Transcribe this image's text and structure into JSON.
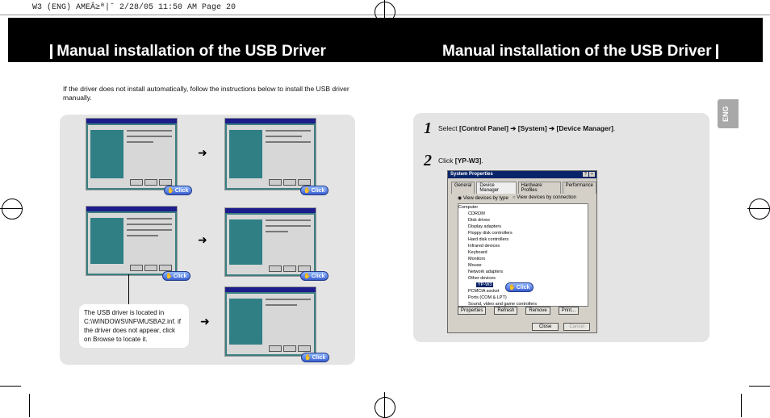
{
  "header_line": "W3 (ENG) AMEÂ≥ª|ˆ  2/28/05 11:50 AM  Page 20",
  "left_title": "Manual installation of the USB Driver",
  "right_title": "Manual installation of the USB Driver",
  "intro": "If the driver does not install automatically, follow the instructions below to install the USB driver manually.",
  "click_label": "Click",
  "callout": "The USB driver is located in C:\\WINDOWS\\INF\\MUSBA2.inf. if the driver does not appear, click on Browse to locate it.",
  "step1": {
    "num": "1",
    "pre": "Select ",
    "bold": "[Control Panel] ➔ [System] ➔ [Device Manager]",
    "post": "."
  },
  "step2": {
    "num": "2",
    "pre": "Click ",
    "bold": "[YP-W3]",
    "post": "."
  },
  "lang_tab": "ENG",
  "wizard_titles": [
    "Add New Hardware Wizard",
    "Add New Hardware Wizard",
    "Add New Hardware Wizard",
    "Add New Hardware Wizard",
    "Add New Hardware Wizard"
  ],
  "sysprops": {
    "title": "System Properties",
    "tabs": [
      "General",
      "Device Manager",
      "Hardware Profiles",
      "Performance"
    ],
    "radio1": "View devices by type",
    "radio2": "View devices by connection",
    "tree": [
      "Computer",
      "CDROM",
      "Disk drives",
      "Display adapters",
      "Floppy disk controllers",
      "Hard disk controllers",
      "Infrared devices",
      "Keyboard",
      "Monitors",
      "Mouse",
      "Network adapters",
      "Other devices",
      "YP-W3",
      "PCMCIA socket",
      "Ports (COM & LPT)",
      "Sound, video and game controllers"
    ],
    "buttons": [
      "Properties",
      "Refresh",
      "Remove",
      "Print..."
    ],
    "close": "Close",
    "cancel": "Cancel"
  }
}
